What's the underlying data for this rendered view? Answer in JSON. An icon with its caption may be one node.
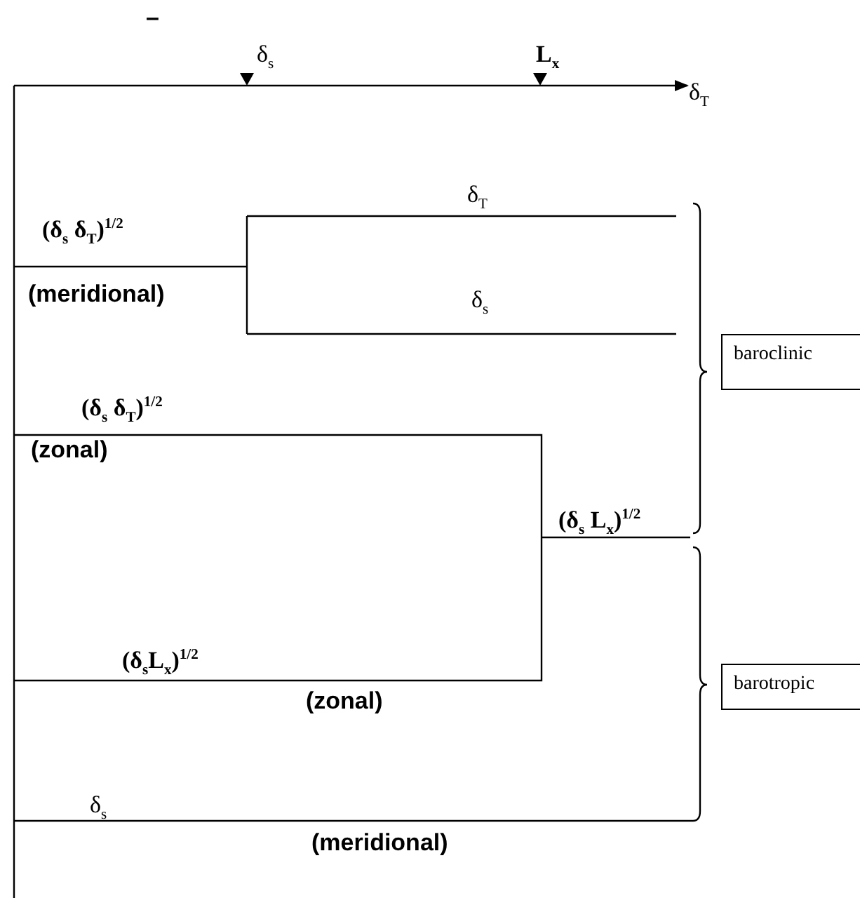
{
  "diagram": {
    "nodes": [
      {
        "text": [
          "baroclinic"
        ]
      },
      {
        "text": [
          "barotropic"
        ]
      }
    ],
    "labels": [
      "–",
      "δ$_{s}$",
      "L$_{x}$",
      "δ$_{T}$",
      "δ$_{T}$",
      "(δ$_{s}$ δ$_{T}$)$^{1/2}$",
      "(meridional)",
      "δ$_{s}$",
      "(δ$_{s}$ δ$_{T}$)$^{1/2}$",
      "(zonal)",
      "(δ$_{s}$ L$_{x}$)$^{1/2}$",
      "(δ$_{s}$L$_{x}$)$^{1/2}$",
      "(zonal)",
      "δ$_{s}$",
      "(meridional)"
    ]
  }
}
